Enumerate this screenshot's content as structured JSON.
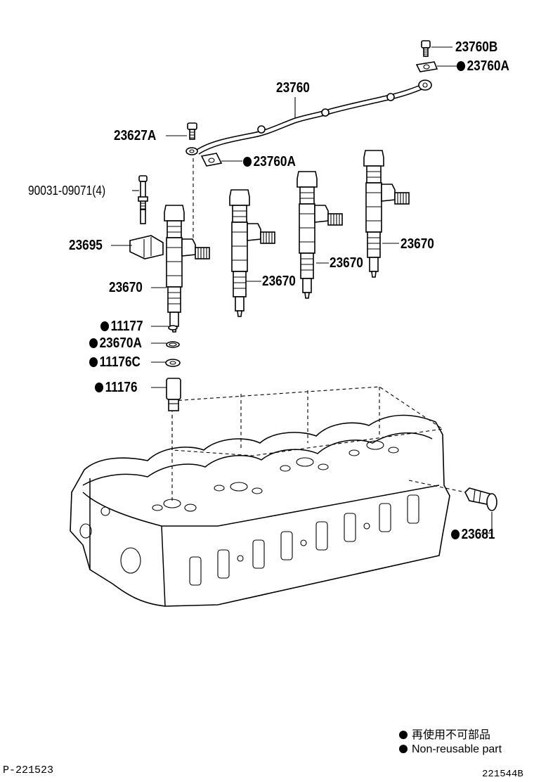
{
  "labels": {
    "p23760b": "23760B",
    "p23760a_top": "23760A",
    "p23760": "23760",
    "p23627a": "23627A",
    "p23760a_mid": "23760A",
    "p90031": "90031-09071(4)",
    "p23695": "23695",
    "p23670_right": "23670",
    "p23670_c3": "23670",
    "p23670_c2": "23670",
    "p23670_left": "23670",
    "p11177": "11177",
    "p23670a": "23670A",
    "p11176c": "11176C",
    "p11176": "11176",
    "p23681": "23681"
  },
  "legend": {
    "jp": "再使用不可部品",
    "en": "Non-reusable part"
  },
  "footer": {
    "page_code": "P-221523",
    "figure_code": "221544B"
  }
}
